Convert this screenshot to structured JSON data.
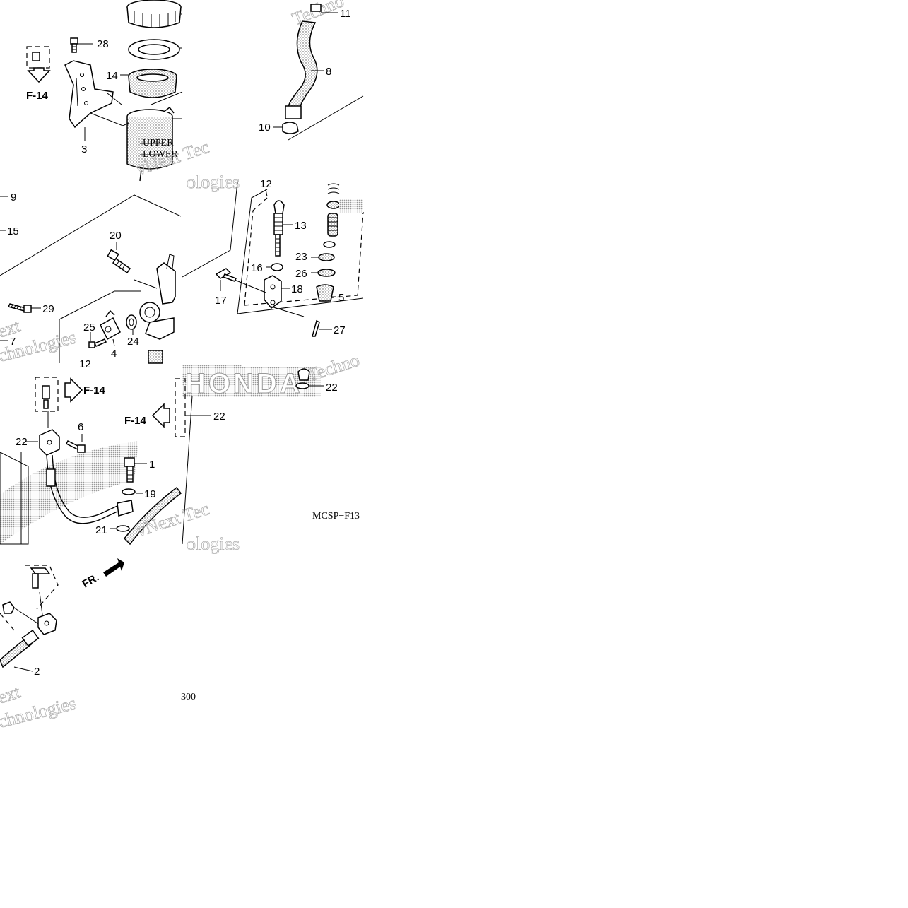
{
  "diagram": {
    "callouts": [
      {
        "id": "c28",
        "text": "28"
      },
      {
        "id": "c14",
        "text": "14"
      },
      {
        "id": "c3",
        "text": "3"
      },
      {
        "id": "c11",
        "text": "11"
      },
      {
        "id": "c8",
        "text": "8"
      },
      {
        "id": "c10",
        "text": "10"
      },
      {
        "id": "c9",
        "text": "9"
      },
      {
        "id": "c15",
        "text": "15"
      },
      {
        "id": "c20",
        "text": "20"
      },
      {
        "id": "c29",
        "text": "29"
      },
      {
        "id": "c7",
        "text": "7"
      },
      {
        "id": "c25",
        "text": "25"
      },
      {
        "id": "c4",
        "text": "4"
      },
      {
        "id": "c24",
        "text": "24"
      },
      {
        "id": "c12a",
        "text": "12"
      },
      {
        "id": "c12b",
        "text": "12"
      },
      {
        "id": "c13",
        "text": "13"
      },
      {
        "id": "c23",
        "text": "23"
      },
      {
        "id": "c26",
        "text": "26"
      },
      {
        "id": "c16",
        "text": "16"
      },
      {
        "id": "c18",
        "text": "18"
      },
      {
        "id": "c5",
        "text": "5"
      },
      {
        "id": "c17",
        "text": "17"
      },
      {
        "id": "c27",
        "text": "27"
      },
      {
        "id": "c22a",
        "text": "22"
      },
      {
        "id": "c6",
        "text": "6"
      },
      {
        "id": "c1",
        "text": "1"
      },
      {
        "id": "c19",
        "text": "19"
      },
      {
        "id": "c21",
        "text": "21"
      },
      {
        "id": "c22b",
        "text": "22"
      },
      {
        "id": "c22c",
        "text": "22"
      },
      {
        "id": "c2",
        "text": "2"
      }
    ],
    "references": [
      {
        "id": "ref_top",
        "text": "F-14"
      },
      {
        "id": "ref_mid_right",
        "text": "F-14"
      },
      {
        "id": "ref_mid_left",
        "text": "F-14"
      }
    ],
    "reservoir_upper": "UPPER",
    "reservoir_lower": "LOWER",
    "front_marker": "FR.",
    "drawing_code": "MCSP−F13",
    "page_number": "300",
    "brand_mark": "HONDA",
    "watermarks": [
      "Techno",
      "vNext Tec",
      "ologies",
      "ext",
      "chnologies",
      "Techno",
      "vNext Tec",
      "ologies",
      "ext",
      "chnologies"
    ]
  }
}
